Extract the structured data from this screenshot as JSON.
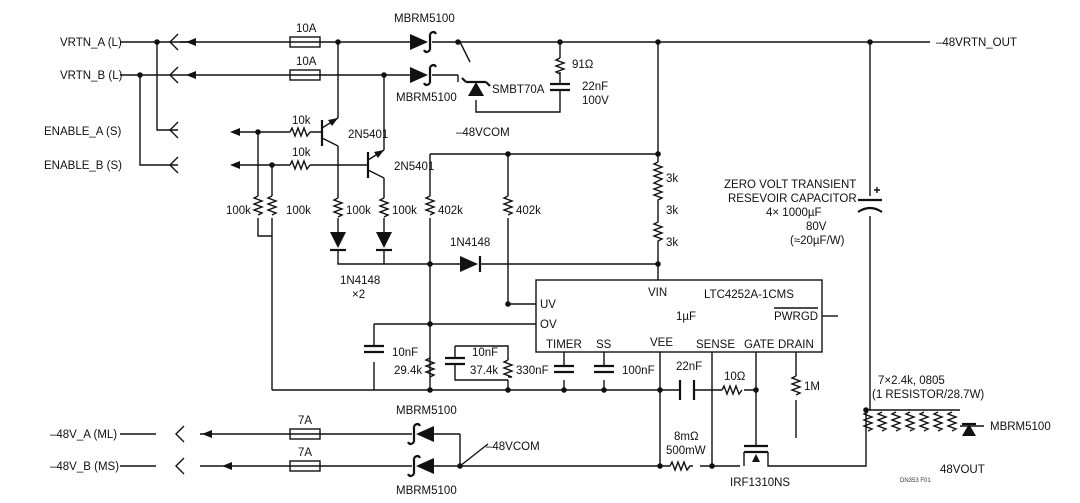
{
  "nets": {
    "vrtn_a": "VRTN_A (L)",
    "vrtn_b": "VRTN_B (L)",
    "enable_a": "ENABLE_A (S)",
    "enable_b": "ENABLE_B (S)",
    "m48v_a": "–48V_A (ML)",
    "m48v_b": "–48V_B (MS)",
    "rtn_out": "–48VRTN_OUT",
    "m48v_com": "–48VCOM",
    "m48v_com2": "–48VCOM",
    "m48v_out": "48VOUT"
  },
  "components": {
    "fuse_top_a": "10A",
    "fuse_top_b": "10A",
    "fuse_bot_a": "7A",
    "fuse_bot_b": "7A",
    "d_top_a": "MBRM5100",
    "d_top_b": "MBRM5100",
    "d_bot_a": "MBRM5100",
    "d_bot_b": "MBRM5100",
    "d_out": "MBRM5100",
    "zener": "SMBT70A",
    "r_91": "91Ω",
    "c_22n_a": "22nF",
    "c_22n_v": "100V",
    "q1": "2N5401",
    "q2": "2N5401",
    "r_10k_a": "10k",
    "r_10k_b": "10k",
    "r_100k_1": "100k",
    "r_100k_2": "100k",
    "r_100k_3": "100k",
    "r_100k_4": "100k",
    "r_402k_1": "402k",
    "r_402k_2": "402k",
    "r_3k_1": "3k",
    "r_3k_2": "3k",
    "r_3k_3": "3k",
    "d_1n4148": "1N4148",
    "d_1n4148_x2": "1N4148",
    "x2": "×2",
    "c_10nf_1": "10nF",
    "c_10nf_2": "10nF",
    "r_29_4k": "29.4k",
    "r_37_4k": "37.4k",
    "r_330": "330nF",
    "c_100nf": "100nF",
    "c_1uf": "1µF",
    "c_22nf_sense": "22nF",
    "r_10ohm": "10Ω",
    "r_1m": "1M",
    "r_8m": "8mΩ",
    "r_8m_w": "500mW",
    "mosfet": "IRF1310NS",
    "res_array": "7×2.4k, 0805",
    "res_array_2": "(1 RESISTOR/28.7W)"
  },
  "cap_note": {
    "line1": "ZERO VOLT TRANSIENT",
    "line2": "RESEVOIR CAPACITOR",
    "line3": "4× 1000µF",
    "line4": "80V",
    "line5": "(≈20µF/W)"
  },
  "ic": {
    "name": "LTC4252A-1CMS",
    "vin": "VIN",
    "uv": "UV",
    "ov": "OV",
    "timer": "TIMER",
    "ss": "SS",
    "vee": "VEE",
    "sense": "SENSE",
    "gate": "GATE",
    "drain": "DRAIN",
    "pwrgd": "PWRGD"
  },
  "figure_id": "DN353 F01"
}
